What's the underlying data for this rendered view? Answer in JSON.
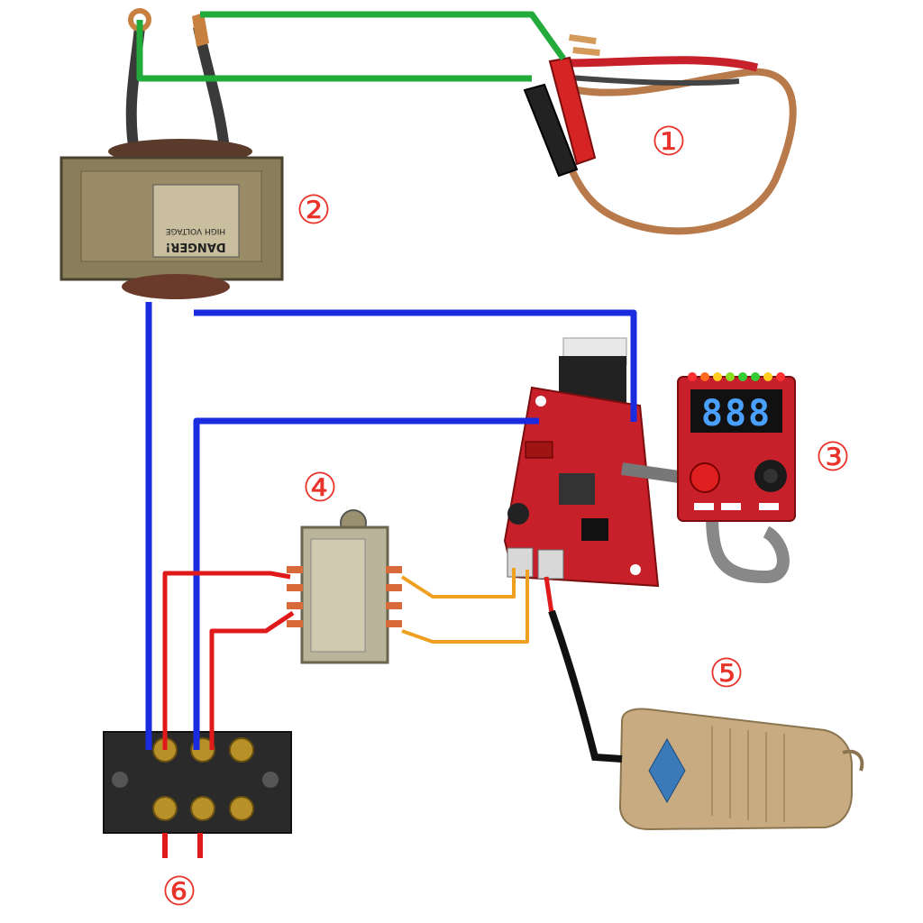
{
  "labels": {
    "n1": "①",
    "n2": "②",
    "n3": "③",
    "n4": "④",
    "n5": "⑤",
    "n6": "⑥"
  },
  "display": {
    "digits": "888"
  },
  "transformer_plate": {
    "line1": "DANGER!",
    "line2": "HIGH VOLTAGE"
  },
  "colors": {
    "green_wire": "#22aa3a",
    "blue_wire": "#1a2be0",
    "red_wire": "#e01a1a",
    "orange_wire": "#f0a020",
    "black_wire": "#111111",
    "board": "#c8202a",
    "label": "#e8322a",
    "pedal": "#c8ab80",
    "transformer": "#8a7d5a",
    "terminal_block": "#2a2a2a"
  }
}
